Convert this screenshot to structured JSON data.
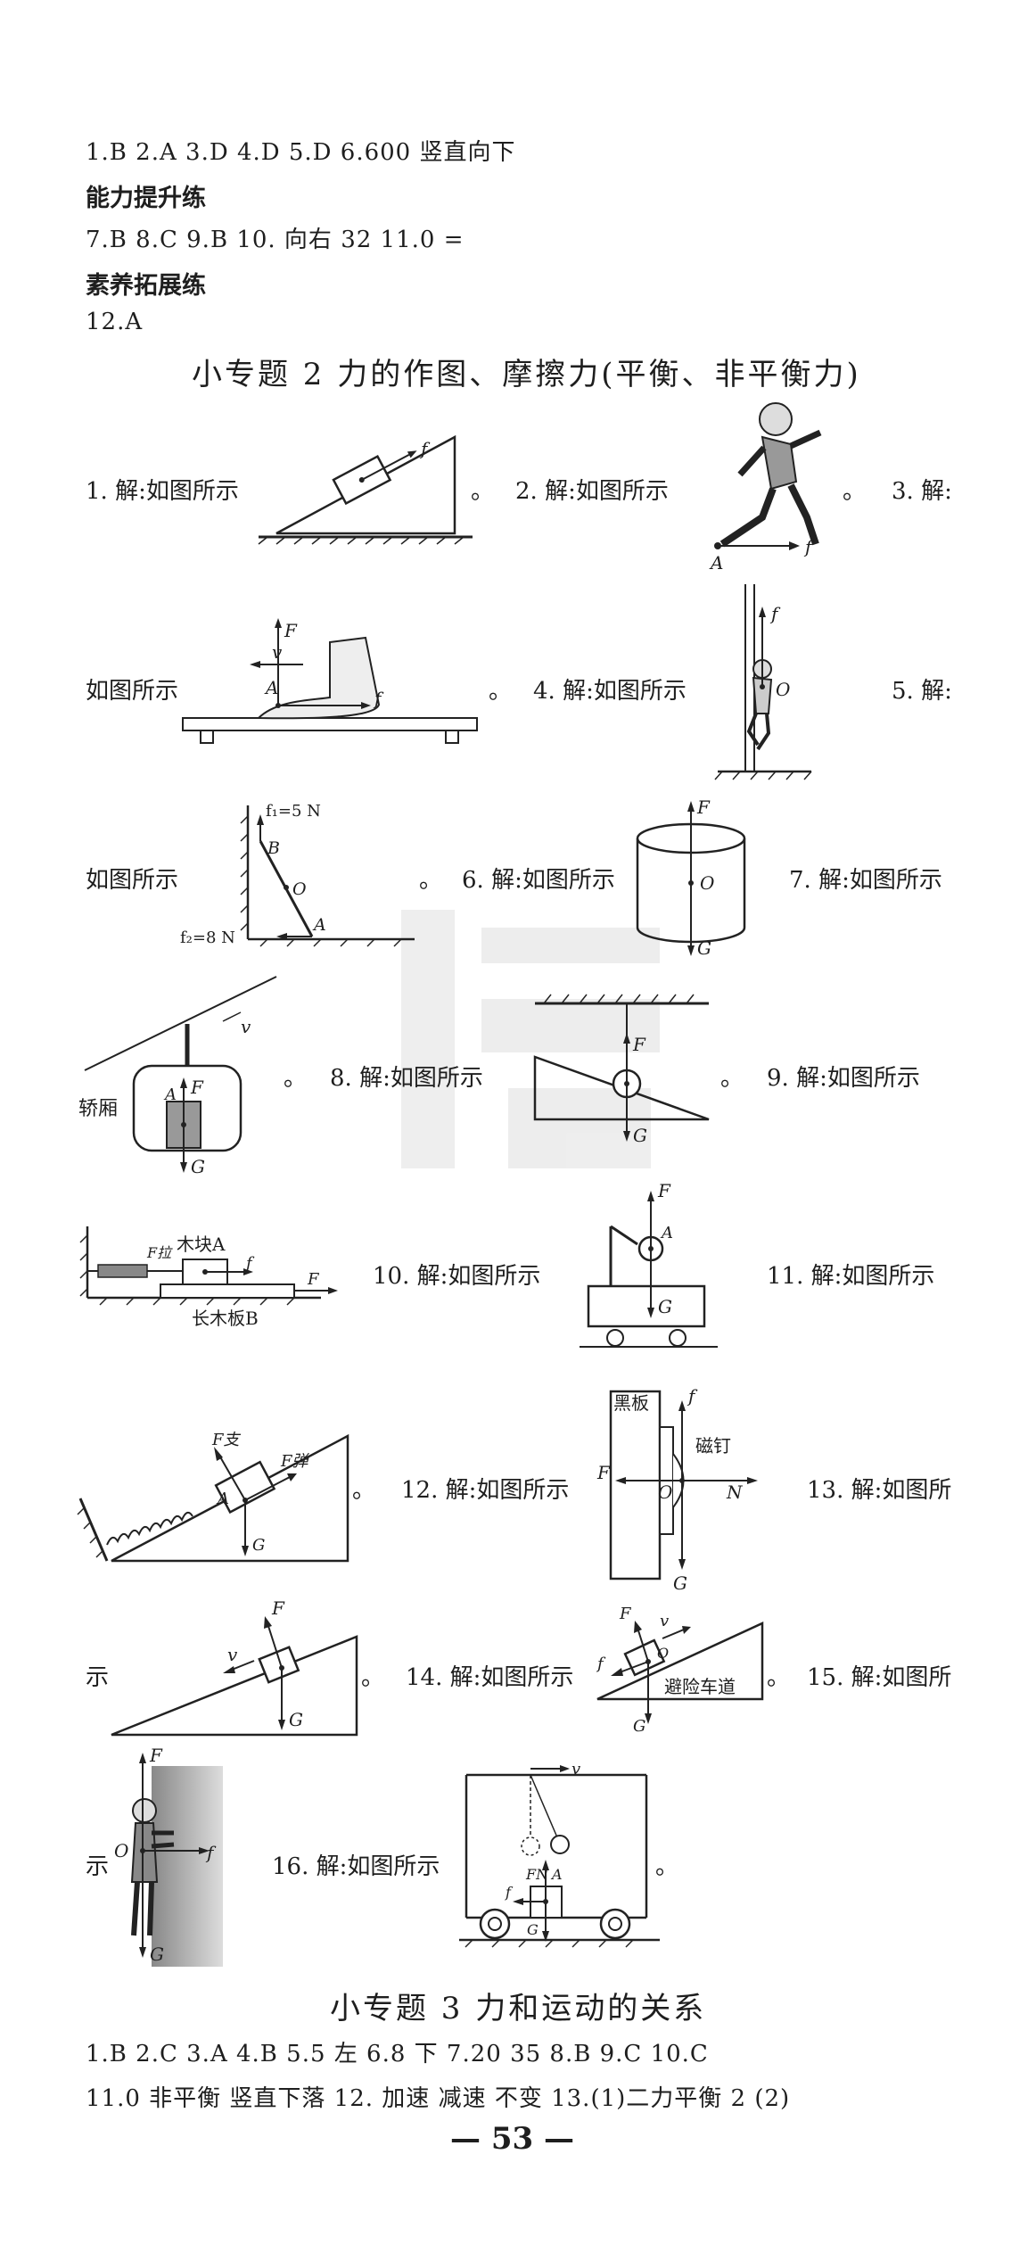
{
  "section1": {
    "line1": "1.B  2.A  3.D  4.D  5.D  6.600  竖直向下",
    "heading_ability": "能力提升练",
    "line2": "7.B  8.C  9.B  10. 向右  32  11.0  =",
    "heading_literacy": "素养拓展练",
    "line3": "12.A"
  },
  "topic2": {
    "title": "小专题 2   力的作图、摩擦力(平衡、非平衡力)",
    "items": {
      "p1": "1. 解:如图所示",
      "p1_end": "。",
      "p2": "2. 解:如图所示",
      "p2_end": "。",
      "p3": "3. 解:",
      "p3_cont": "如图所示",
      "p4": "4. 解:如图所示",
      "p4_end": "。",
      "p5": "5. 解:",
      "p5_cont": "如图所示",
      "p5_end": "。",
      "p6": "6. 解:如图所示",
      "p7": "7. 解:如图所示",
      "p7_end": "。",
      "p8": "8. 解:如图所示",
      "p9": "9. 解:如图所示",
      "p10": "10. 解:如图所示",
      "p11": "11. 解:如图所示",
      "p11_end": "。",
      "p12": "12. 解:如图所示",
      "p13": "13. 解:如图所",
      "p13_cont": "示",
      "p13_end": "。",
      "p14": "14. 解:如图所示",
      "p15": "15. 解:如图所",
      "p15_cont": "示",
      "p16": "16. 解:如图所示",
      "p16_end": "。"
    },
    "labels": {
      "f": "f",
      "F": "F",
      "G": "G",
      "v": "v",
      "A": "A",
      "B": "B",
      "O": "O",
      "N": "N",
      "f1": "f₁=5 N",
      "f2": "f₂=8 N",
      "cabin": "轿厢",
      "block_a": "木块A",
      "board_b": "长木板B",
      "f_pull": "F拉",
      "f_support": "F支",
      "f_spring": "F弹",
      "blackboard": "黑板",
      "magnet": "磁钉",
      "escape_lane": "避险车道",
      "fn": "FN"
    }
  },
  "topic3": {
    "title": "小专题 3   力和运动的关系",
    "line1": "1.B  2.C  3.A  4.B  5.5  左  6.8  下  7.20  35  8.B  9.C  10.C",
    "line2": "11.0  非平衡  竖直下落  12. 加速  减速  不变  13.(1)二力平衡  2  (2)"
  },
  "footer": {
    "page_number": "— 53 —"
  }
}
